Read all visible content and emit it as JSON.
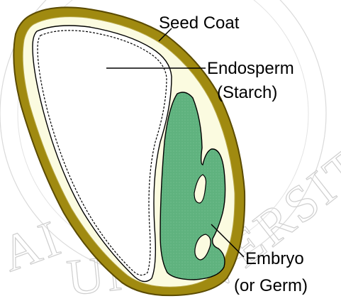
{
  "labels": {
    "seed_coat": "Seed Coat",
    "endosperm": "Endosperm",
    "endosperm_sub": "(Starch)",
    "embryo": "Embryo",
    "embryo_sub": "(or Germ)"
  },
  "watermark": {
    "text_left": "AI",
    "text_mid": "UN",
    "text_right": "VERSITY"
  },
  "colors": {
    "seed_coat": "#a08a10",
    "seed_coat_edge": "#5a4a00",
    "aleurone_cream": "#fbfbe0",
    "embryo_green": "#5fb27e",
    "line": "#000000",
    "watermark": "#c9c9c9"
  }
}
